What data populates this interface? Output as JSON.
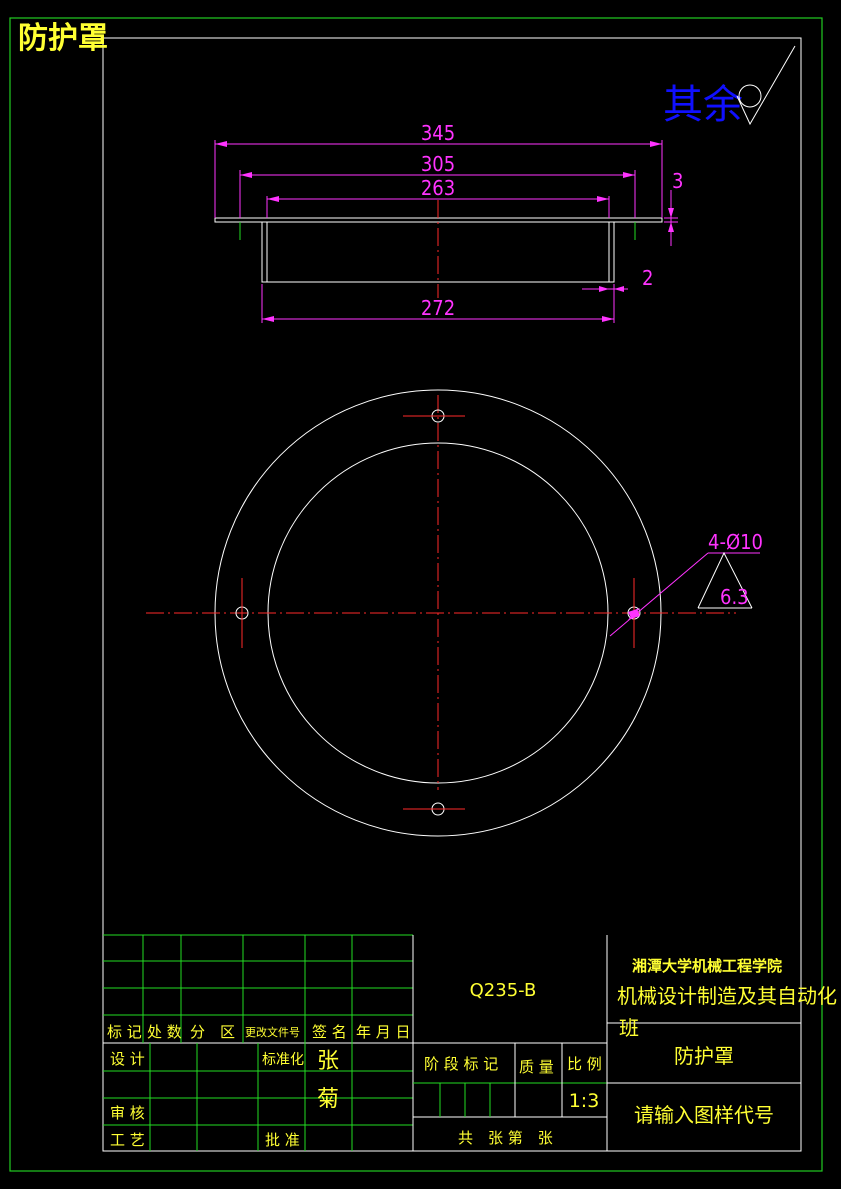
{
  "title": "防护罩",
  "surface_note": {
    "text": "其余",
    "color": "#1010ff"
  },
  "dimensions": {
    "d345": "345",
    "d305": "305",
    "d263": "263",
    "d272": "272",
    "d3": "3",
    "d2": "2",
    "holes": "4-Ø10",
    "roughness": "6.3"
  },
  "title_block": {
    "material": "Q235-B",
    "school": "湘潭大学机械工程学院",
    "class_line1": "机械设计制造及其自动化",
    "class_line2": "班",
    "part_name": "防护罩",
    "drawing_code": "请输入图样代号",
    "scale": "1:3",
    "headers": {
      "mark": "标 记",
      "count": "处 数",
      "zone": "分　区",
      "change_doc": "更改文件号",
      "signature": "签 名",
      "date": "年 月 日",
      "stage_mark": "阶 段 标 记",
      "mass": "质 量",
      "scale": "比 例",
      "sheets": "共　张 第　张"
    },
    "roles": {
      "design": "设 计",
      "standardize": "标准化",
      "review": "审 核",
      "process": "工 艺",
      "approve": "批 准"
    },
    "names": {
      "n1": "张",
      "n2": "菊"
    }
  },
  "colors": {
    "background": "#000000",
    "text": "#ffff33",
    "dimension": "#ff33ff",
    "centerline": "#ff2a2a",
    "grid": "#22dd22",
    "outline": "#ffffff"
  }
}
